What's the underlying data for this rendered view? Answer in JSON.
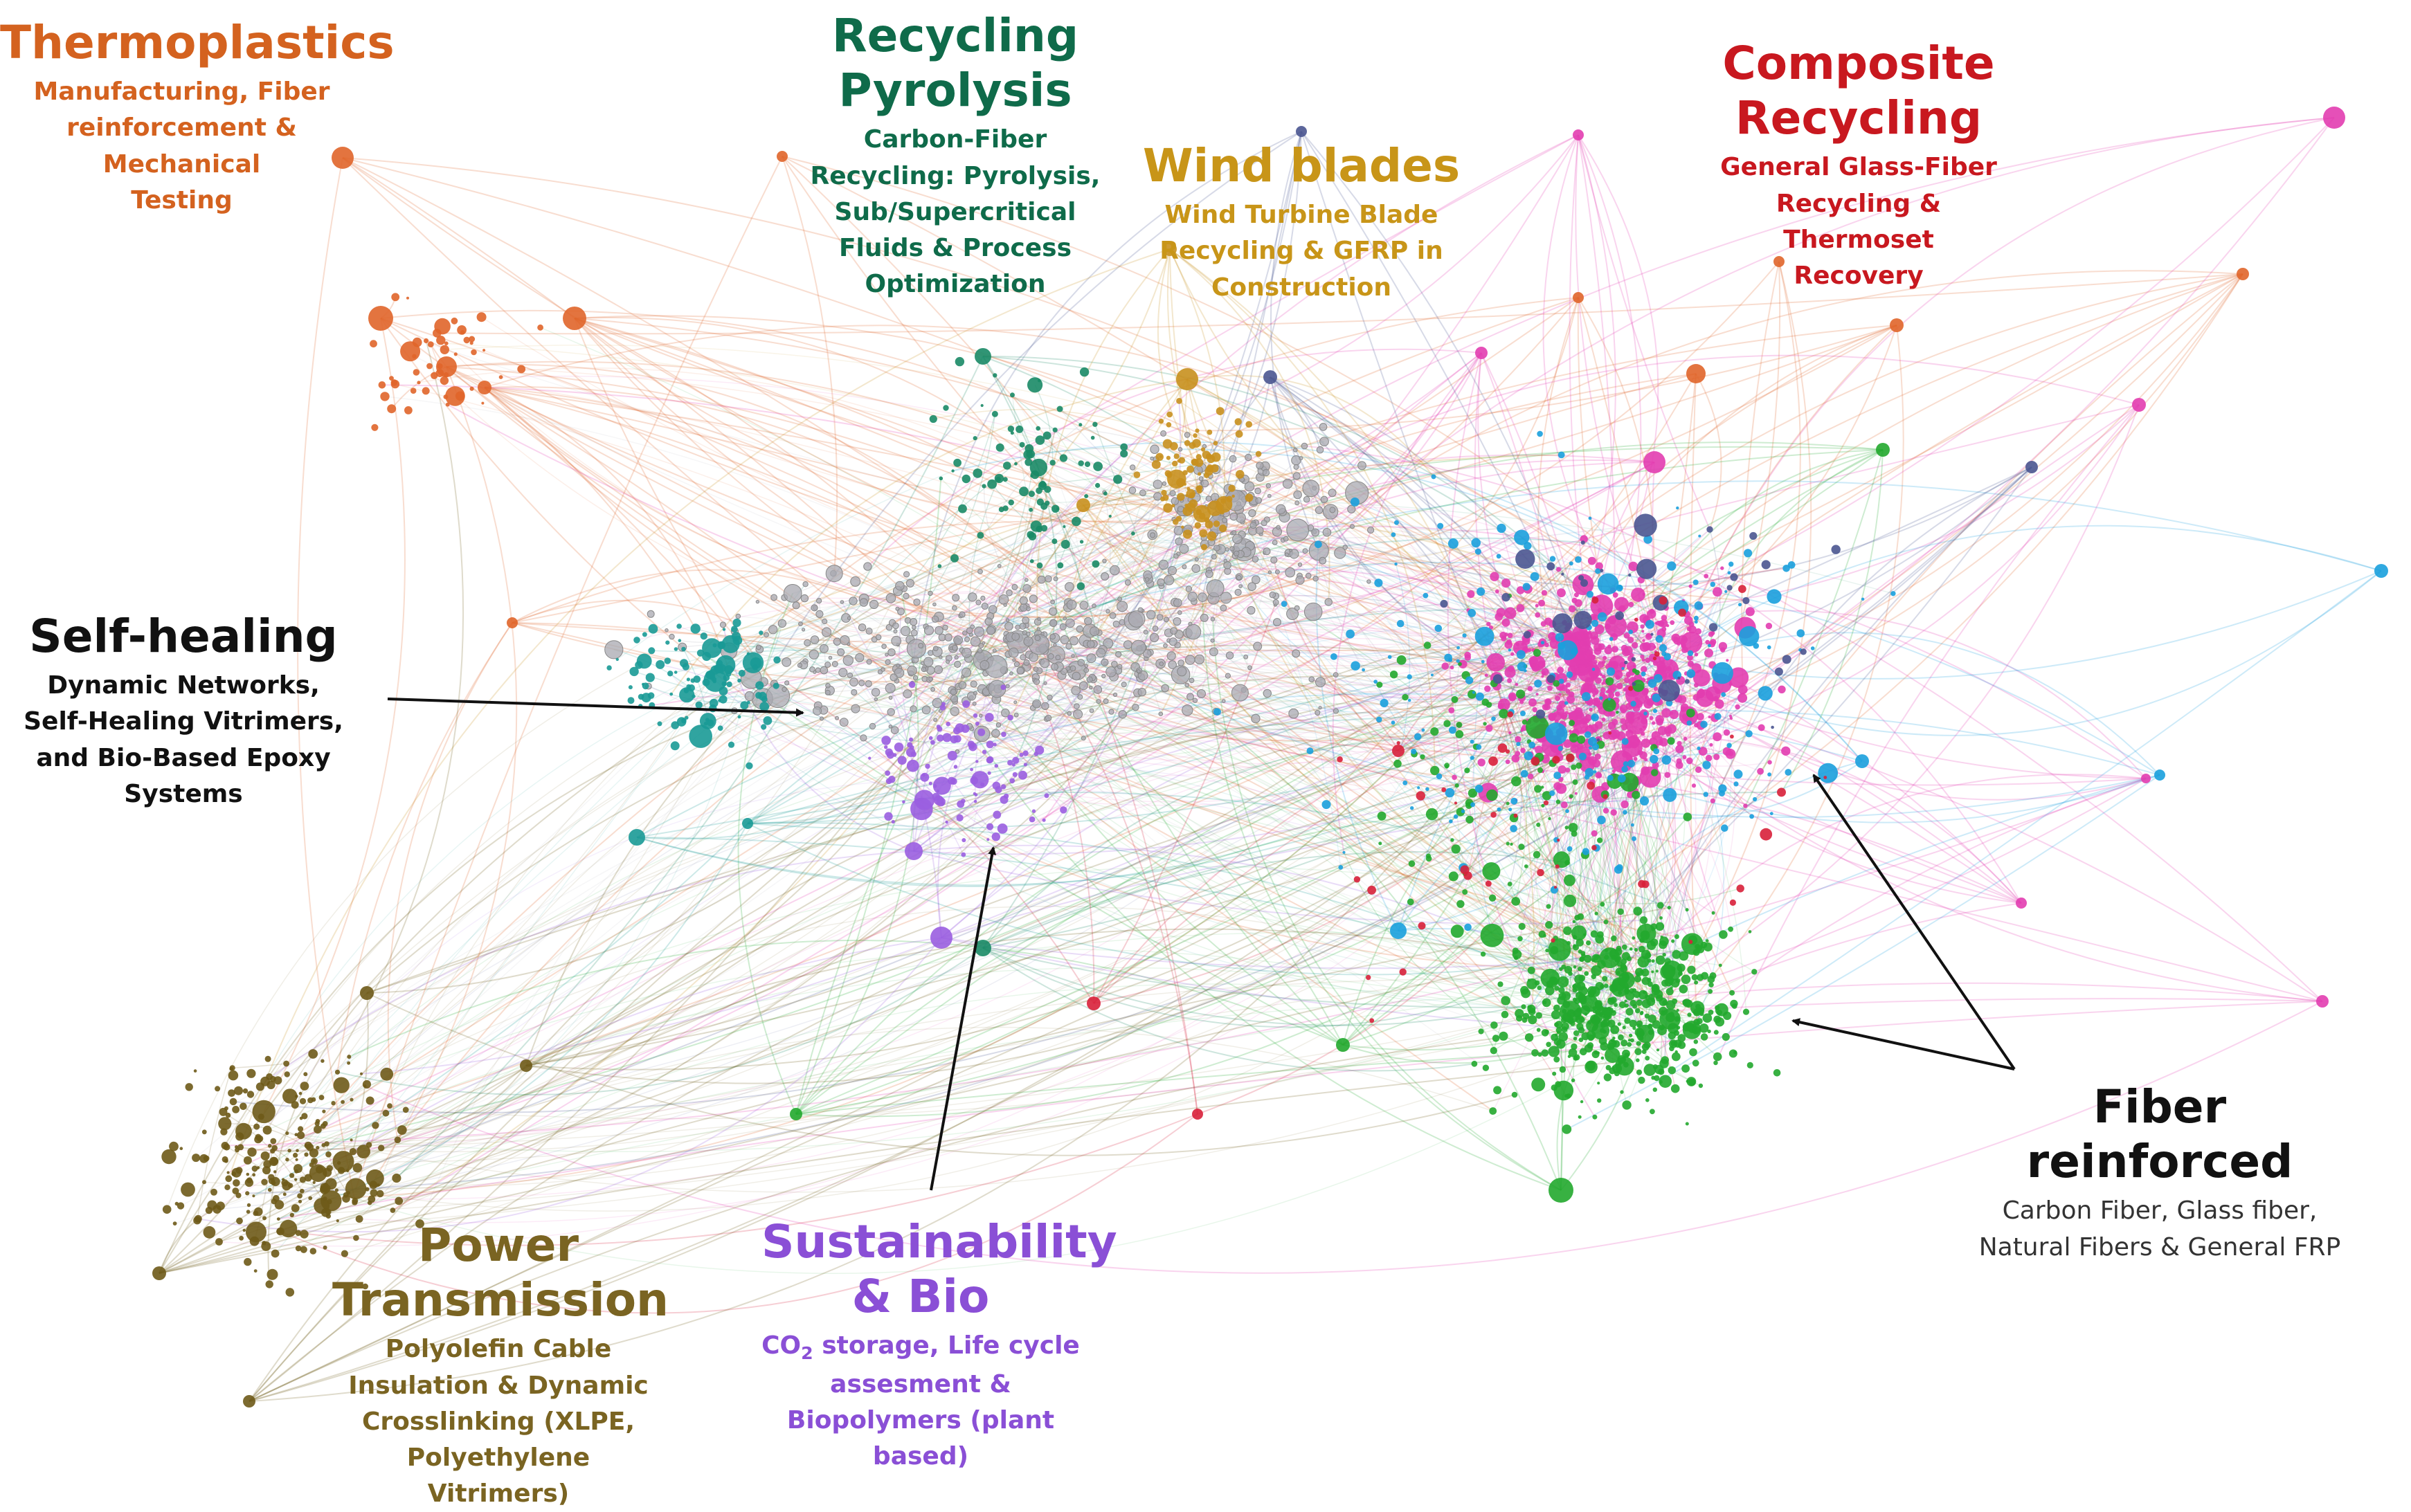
{
  "clusters": [
    {
      "id": "thermoplastics",
      "title": [
        "Thermoplastics"
      ],
      "subtitle": [
        "Manufacturing, Fiber",
        "reinforcement & Mechanical",
        "Testing"
      ],
      "color": "#d4621f"
    },
    {
      "id": "recycling-pyrolysis",
      "title": [
        "Recycling",
        "Pyrolysis"
      ],
      "subtitle": [
        "Carbon-Fiber",
        "Recycling: Pyrolysis,",
        "Sub/Supercritical",
        "Fluids & Process",
        "Optimization"
      ],
      "color": "#0f6b4a"
    },
    {
      "id": "wind-blades",
      "title": [
        "Wind blades"
      ],
      "subtitle": [
        "Wind Turbine Blade",
        "Recycling & GFRP in",
        "Construction"
      ],
      "color": "#c89518"
    },
    {
      "id": "composite-recycling",
      "title": [
        "Composite",
        "Recycling"
      ],
      "subtitle": [
        "General Glass-Fiber",
        "Recycling & Thermoset",
        "Recovery"
      ],
      "color": "#c8181f"
    },
    {
      "id": "self-healing",
      "title": [
        "Self-healing"
      ],
      "subtitle": [
        "Dynamic Networks,",
        "Self-Healing Vitrimers,",
        "and Bio-Based Epoxy",
        "Systems"
      ],
      "color": "#111111"
    },
    {
      "id": "sustainability-bio",
      "title": [
        "Sustainability",
        "& Bio"
      ],
      "subtitle_special": {
        "co2_prefix": "CO",
        "co2_sub": "2",
        "co2_rest": " storage, Life cycle"
      },
      "subtitle": [
        "assesment &",
        "Biopolymers (plant",
        "based)"
      ],
      "color": "#8a4fd6"
    },
    {
      "id": "power-transmission",
      "title": [
        "Power",
        "Transmission"
      ],
      "subtitle": [
        "Polyolefin Cable",
        "Insulation & Dynamic",
        "Crosslinking (XLPE,",
        "Polyethylene Vitrimers)"
      ],
      "color": "#7a6422"
    },
    {
      "id": "fiber-reinforced",
      "title": [
        "Fiber reinforced"
      ],
      "subtitle": [
        "Carbon Fiber, Glass fiber,",
        "Natural Fibers & General FRP"
      ],
      "color": "#111111"
    }
  ],
  "graph_colors": {
    "thermoplastics": "#e0652a",
    "recycling": "#1a8a66",
    "wind": "#c8901e",
    "core": "#a8a8b0",
    "pink": "#e23db0",
    "blue": "#1aa0dd",
    "green": "#22a92e",
    "purple": "#9a5ee0",
    "power": "#6e5a18",
    "teal": "#1a9a96",
    "red": "#d8203a",
    "navy": "#4a5590"
  }
}
